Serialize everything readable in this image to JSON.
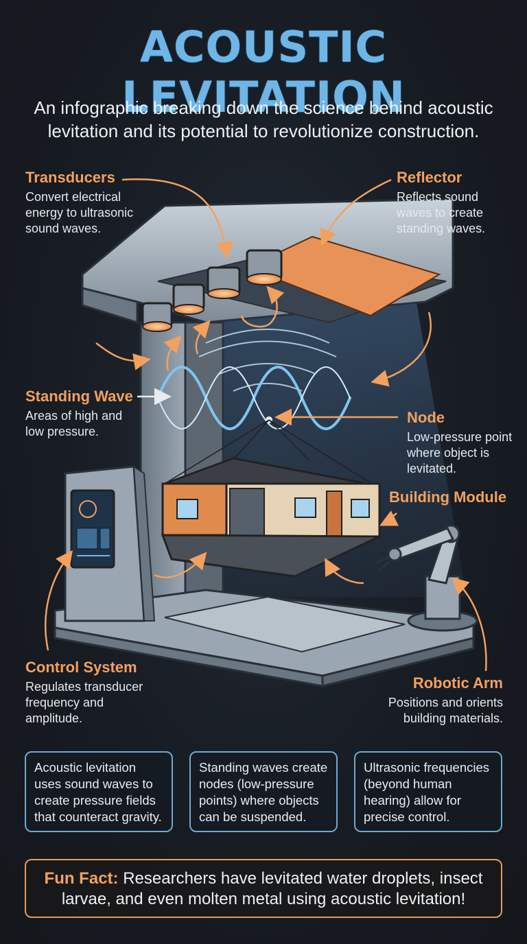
{
  "title": "ACOUSTIC LEVITATION",
  "subtitle": "An infographic breaking down the science behind acoustic levitation and its potential to revolutionize construction.",
  "callouts": {
    "transducers": {
      "heading": "Transducers",
      "text": "Convert electrical energy to ultrasonic sound waves."
    },
    "reflector": {
      "heading": "Reflector",
      "text": "Reflects sound waves to create standing waves."
    },
    "standing_wave": {
      "heading": "Standing Wave",
      "text": "Areas of high and low pressure."
    },
    "node": {
      "heading": "Node",
      "text": "Low-pressure point where object is levitated."
    },
    "building_module": {
      "heading": "Building Module",
      "text": ""
    },
    "control_system": {
      "heading": "Control System",
      "text": "Regulates transducer frequency and amplitude."
    },
    "robotic_arm": {
      "heading": "Robotic Arm",
      "text": "Positions and orients building materials."
    }
  },
  "facts": [
    "Acoustic levitation uses sound waves to create pressure fields that counteract gravity.",
    "Standing waves create nodes (low-pressure points) where objects can be suspended.",
    "Ultrasonic frequencies (beyond human hearing) allow for precise control."
  ],
  "fun_fact": {
    "label": "Fun Fact:",
    "text": "Researchers have levitated water droplets, insect larvae, and even molten metal using acoustic levitation!"
  },
  "colors": {
    "accent_orange": "#f2a15f",
    "accent_blue": "#6fb6e6"
  }
}
